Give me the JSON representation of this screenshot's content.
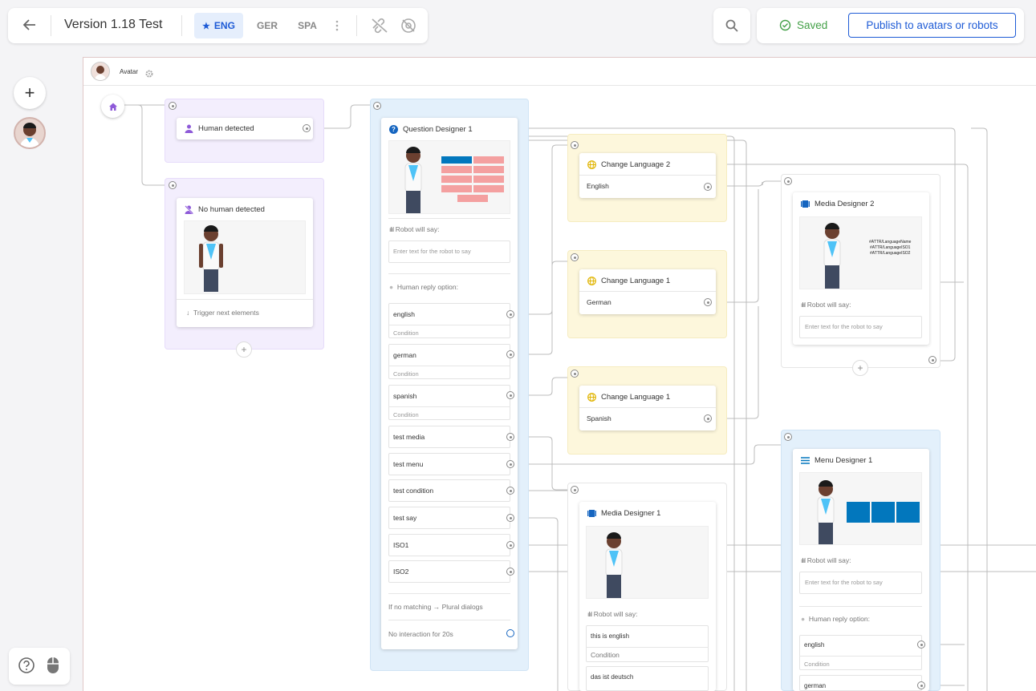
{
  "header": {
    "title": "Version 1.18 Test",
    "languages": [
      {
        "label": "ENG",
        "active": true
      },
      {
        "label": "GER",
        "active": false
      },
      {
        "label": "SPA",
        "active": false
      }
    ],
    "saved_label": "Saved",
    "publish_label": "Publish to avatars or robots"
  },
  "canvas": {
    "avatar_label": "Avatar",
    "human_detected": {
      "title": "Human detected"
    },
    "no_human_detected": {
      "title": "No human detected",
      "trigger": "Trigger next elements"
    },
    "question_designer": {
      "title": "Question Designer 1",
      "robot_will_say": "Robot will say:",
      "say_placeholder": "Enter text for the robot to say",
      "human_reply": "Human reply option:",
      "condition_placeholder": "Condition",
      "options": [
        "english",
        "german",
        "spanish",
        "test media",
        "test menu",
        "test condition",
        "test say",
        "ISO1",
        "ISO2"
      ],
      "no_match": "If no matching → Plural dialogs",
      "no_interaction": "No interaction for 20s"
    },
    "change_language": [
      {
        "title": "Change Language 2",
        "value": "English"
      },
      {
        "title": "Change Language 1",
        "value": "German"
      },
      {
        "title": "Change Language 1",
        "value": "Spanish"
      }
    ],
    "media_designer_2": {
      "title": "Media Designer 2",
      "attr_lines": [
        "#ATTR/LanguageName",
        "#ATTR/LanguageISO1",
        "#ATTR/LanguageISO2"
      ],
      "robot_will_say": "Robot will say:",
      "say_placeholder": "Enter text for the robot to say"
    },
    "media_designer_1": {
      "title": "Media Designer 1",
      "robot_will_say": "Robot will say:",
      "lines": [
        "this is english",
        "Condition",
        "das ist deutsch"
      ]
    },
    "menu_designer": {
      "title": "Menu Designer 1",
      "robot_will_say": "Robot will say:",
      "say_placeholder": "Enter text for the robot to say",
      "human_reply": "Human reply option:",
      "options": [
        "english",
        "german"
      ],
      "condition_placeholder": "Condition"
    }
  },
  "colors": {
    "primary": "#1e5bd6",
    "saved": "#43a047",
    "purple": "#8e5ad8",
    "qd_blue": "#1565c0",
    "lang_yellow": "#e0b400",
    "menu_blue": "#0277bd"
  }
}
